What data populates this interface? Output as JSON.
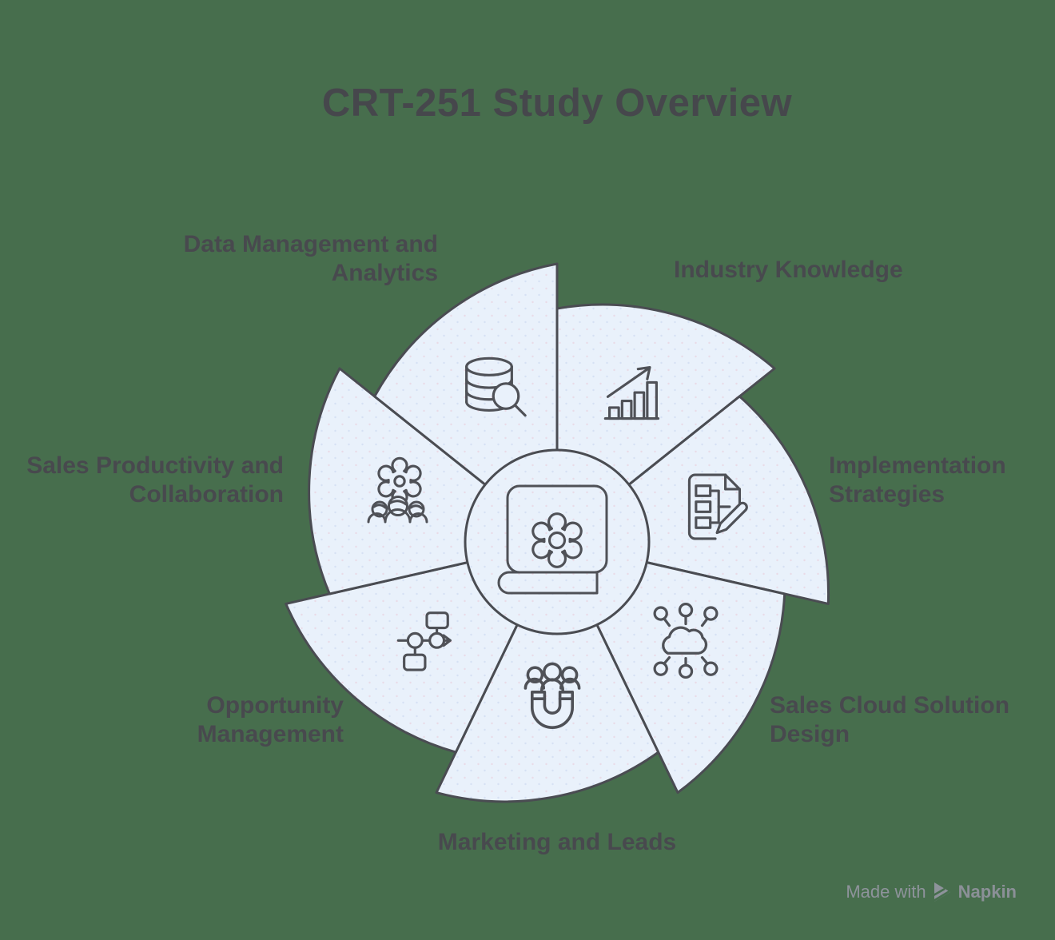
{
  "title": "CRT-251 Study Overview",
  "diagram": {
    "type": "pinwheel",
    "center_icon": "book-gear-icon",
    "segments": [
      {
        "label": "Industry Knowledge",
        "icon": "growth-chart-icon"
      },
      {
        "label": "Implementation\nStrategies",
        "icon": "document-pencil-icon"
      },
      {
        "label": "Sales Cloud Solution\nDesign",
        "icon": "cloud-network-icon"
      },
      {
        "label": "Marketing and Leads",
        "icon": "magnet-leads-icon"
      },
      {
        "label": "Opportunity\nManagement",
        "icon": "flowchart-icon"
      },
      {
        "label": "Sales Productivity and\nCollaboration",
        "icon": "gear-team-icon"
      },
      {
        "label": "Data Management and\nAnalytics",
        "icon": "database-search-icon"
      }
    ]
  },
  "watermark": {
    "prefix": "Made with",
    "brand": "Napkin"
  },
  "colors": {
    "background": "#476E4D",
    "segment_fill": "#E9F1FB",
    "outline": "#4A4C52",
    "title_text": "#46474C",
    "label_text": "#48494E",
    "watermark_text": "#8E939B"
  }
}
